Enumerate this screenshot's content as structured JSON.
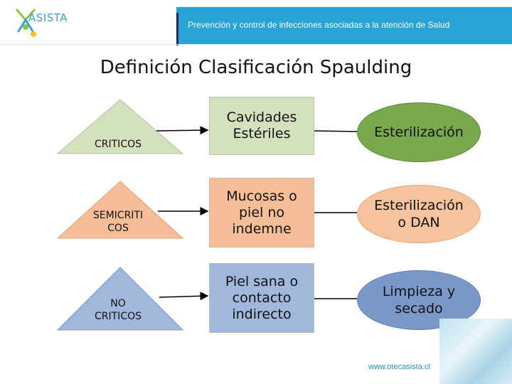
{
  "header": {
    "logo_text": "ASISTA",
    "subtitle": "Prevención y control de infecciones asociadas a la atención de Salud"
  },
  "slide": {
    "title": "Definición Clasificación Spaulding"
  },
  "rows": [
    {
      "category": [
        "CRITICOS"
      ],
      "tissue": [
        "Cavidades",
        "Estériles"
      ],
      "process": [
        "Esterilización"
      ]
    },
    {
      "category": [
        "SEMICRITI",
        "COS"
      ],
      "tissue": [
        "Mucosas o",
        "piel no",
        "indemne"
      ],
      "process": [
        "Esterilización",
        "o DAN"
      ]
    },
    {
      "category": [
        "NO",
        "CRITICOS"
      ],
      "tissue": [
        "Piel sana o",
        "contacto",
        "indirecto"
      ],
      "process": [
        "Limpieza y",
        "secado"
      ]
    }
  ],
  "footer": {
    "url": "www.otecasista.cl"
  },
  "colors": {
    "header_blue": "#29a3d6",
    "critical_green": "#d3e1bd",
    "semicritical_orange": "#f6be97",
    "noncritical_blue": "#9fb8dc"
  }
}
